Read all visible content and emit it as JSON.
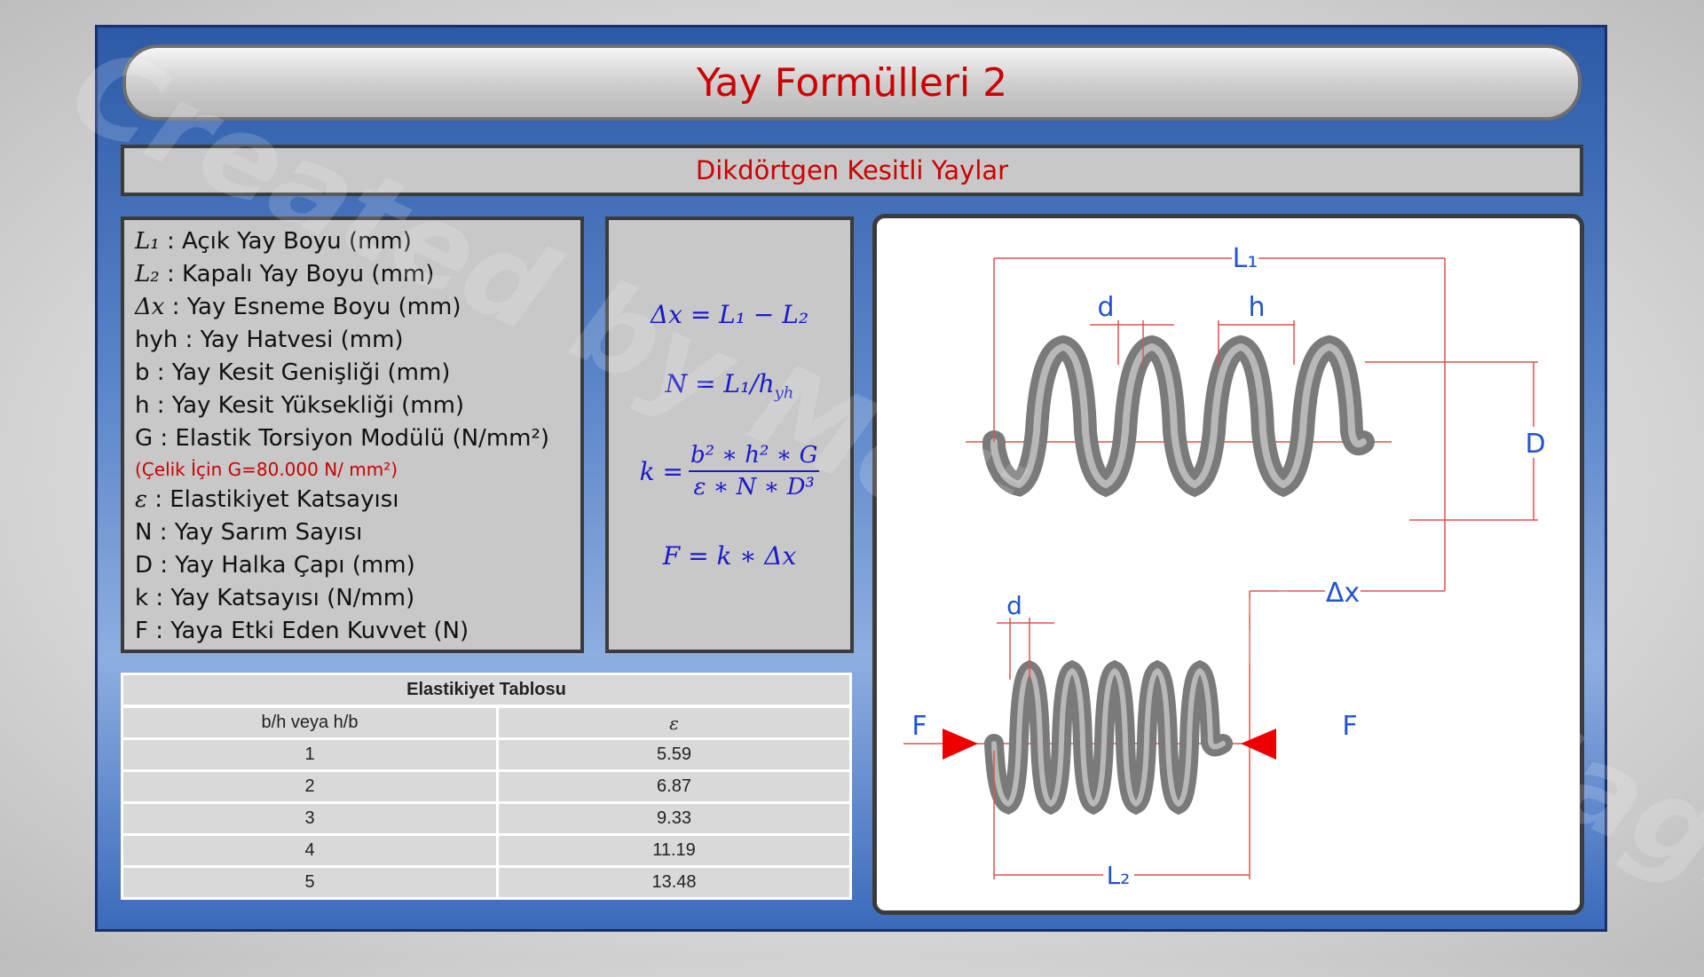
{
  "title": "Yay Formülleri 2",
  "subtitle": "Dikdörtgen Kesitli Yaylar",
  "watermark": "Created by Melih Erkan Caglar",
  "legend": [
    {
      "sym": "L₁",
      "text": " : Açık Yay Boyu (mm)"
    },
    {
      "sym": "L₂",
      "text": " : Kapalı Yay Boyu (mm)"
    },
    {
      "sym": "Δx",
      "text": " : Yay Esneme Boyu (mm)"
    },
    {
      "sym": "",
      "text": "hyh : Yay Hatvesi (mm)"
    },
    {
      "sym": "",
      "text": "b : Yay Kesit Genişliği (mm)"
    },
    {
      "sym": "",
      "text": "h : Yay Kesit Yüksekliği (mm)"
    },
    {
      "sym": "",
      "text": "G : Elastik Torsiyon Modülü (N/mm²)"
    },
    {
      "sym": "",
      "text": "(Çelik İçin G=80.000 N/ mm²)",
      "note": true
    },
    {
      "sym": "ε",
      "text": " : Elastikiyet Katsayısı"
    },
    {
      "sym": "",
      "text": "N : Yay Sarım Sayısı"
    },
    {
      "sym": "",
      "text": "D : Yay Halka Çapı (mm)"
    },
    {
      "sym": "",
      "text": "k : Yay Katsayısı (N/mm)"
    },
    {
      "sym": "",
      "text": "F : Yaya Etki Eden Kuvvet (N)"
    }
  ],
  "formulas": {
    "f1": "Δx = L₁ − L₂",
    "f2": "N = L₁/h",
    "f2_sub": "yh",
    "f3_lhs": "k =",
    "f3_num": "b² ∗ h² ∗ G",
    "f3_den": "ε ∗ N ∗ D³",
    "f4": "F = k ∗ Δx"
  },
  "diagram_labels": {
    "L1": "L₁",
    "L2": "L₂",
    "d_top": "d",
    "h": "h",
    "D": "D",
    "dx": "Δx",
    "d_bottom": "d",
    "F_left": "F",
    "F_right": "F"
  },
  "colors": {
    "title_red": "#cc0000",
    "formula_blue": "#1a1acc",
    "dimension_red": "#e05050",
    "label_blue": "#2255cc",
    "spring_gray": "#8a8a8a"
  },
  "table": {
    "title": "Elastikiyet Tablosu",
    "col_headers": [
      "b/h veya h/b",
      "ε"
    ],
    "rows": [
      [
        "1",
        "5.59"
      ],
      [
        "2",
        "6.87"
      ],
      [
        "3",
        "9.33"
      ],
      [
        "4",
        "11.19"
      ],
      [
        "5",
        "13.48"
      ]
    ]
  }
}
